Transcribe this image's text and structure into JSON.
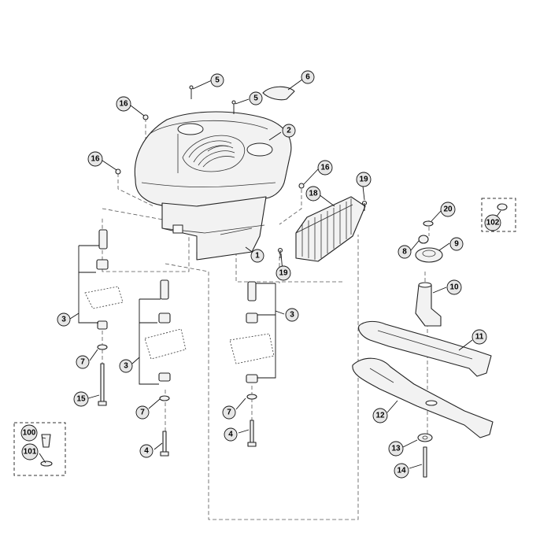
{
  "callouts": {
    "c1": "1",
    "c2": "2",
    "c3a": "3",
    "c3b": "3",
    "c3c": "3",
    "c4a": "4",
    "c4b": "4",
    "c5a": "5",
    "c5b": "5",
    "c6": "6",
    "c7a": "7",
    "c7b": "7",
    "c7c": "7",
    "c8": "8",
    "c9": "9",
    "c10": "10",
    "c11": "11",
    "c12": "12",
    "c13": "13",
    "c14": "14",
    "c15": "15",
    "c16a": "16",
    "c16b": "16",
    "c16c": "16",
    "c18": "18",
    "c19a": "19",
    "c19b": "19",
    "c20": "20",
    "c100": "100",
    "c101": "101",
    "c102": "102"
  },
  "colors": {
    "line": "#222222",
    "fill": "#f2f2f2",
    "callout": "#e6e6e6"
  }
}
